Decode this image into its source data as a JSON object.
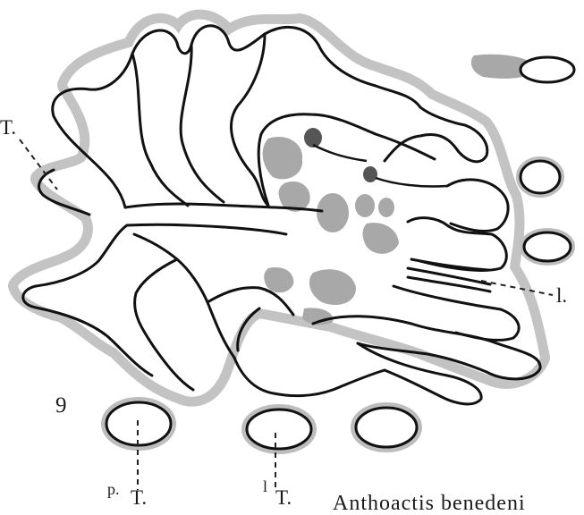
{
  "figure": {
    "number": "9",
    "caption": "Anthoactis benedeni",
    "labels": {
      "T_left": "T.",
      "l_right": "l.",
      "p_bottom": "p.",
      "T_bottom_1": "T.",
      "l_bottom": "l",
      "T_bottom_2": "T."
    }
  },
  "colors": {
    "outline": "#111111",
    "halo": "#bdbdbd",
    "spot": "#a8a8a8",
    "background": "#ffffff"
  }
}
